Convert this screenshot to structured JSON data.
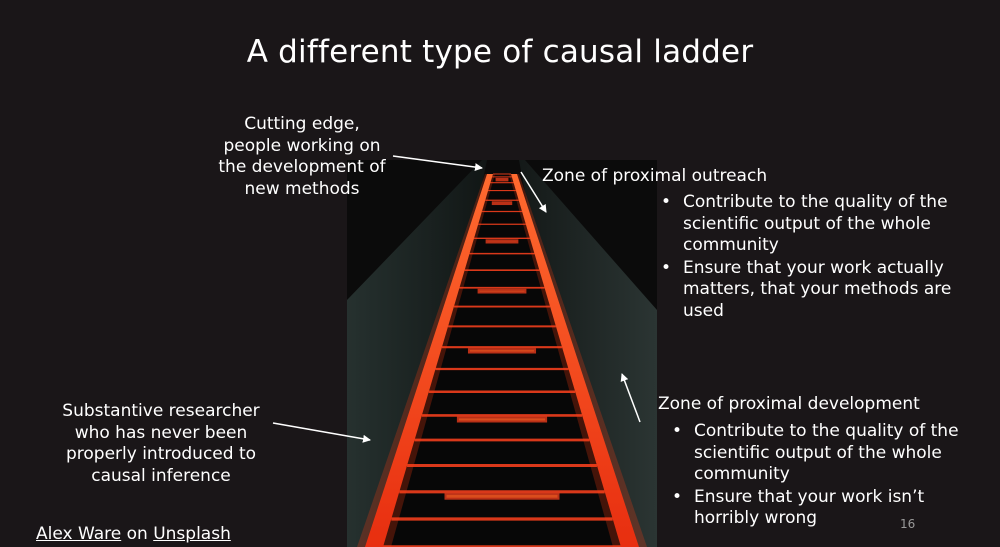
{
  "slide": {
    "title": "A different type of causal ladder",
    "top_left_label": [
      "Cutting edge,",
      "people working on",
      "the development of",
      "new methods"
    ],
    "bottom_left_label": [
      "Substantive researcher",
      "who has never been",
      "properly introduced to",
      "causal inference"
    ],
    "outreach": {
      "title": "Zone of proximal outreach",
      "bullets": [
        [
          "Contribute to the quality of the",
          "scientific output of the whole",
          "community"
        ],
        [
          "Ensure that your work actually",
          "matters, that your methods are",
          "used"
        ]
      ]
    },
    "development": {
      "title": "Zone of proximal development",
      "bullets": [
        [
          "Contribute to the quality of the",
          "scientific output of the whole",
          "community"
        ],
        [
          "Ensure that your work isn’t",
          "horribly wrong"
        ]
      ]
    },
    "credit": {
      "author": "Alex Ware",
      "on": "on",
      "source": "Unsplash"
    },
    "page_number": "16"
  }
}
